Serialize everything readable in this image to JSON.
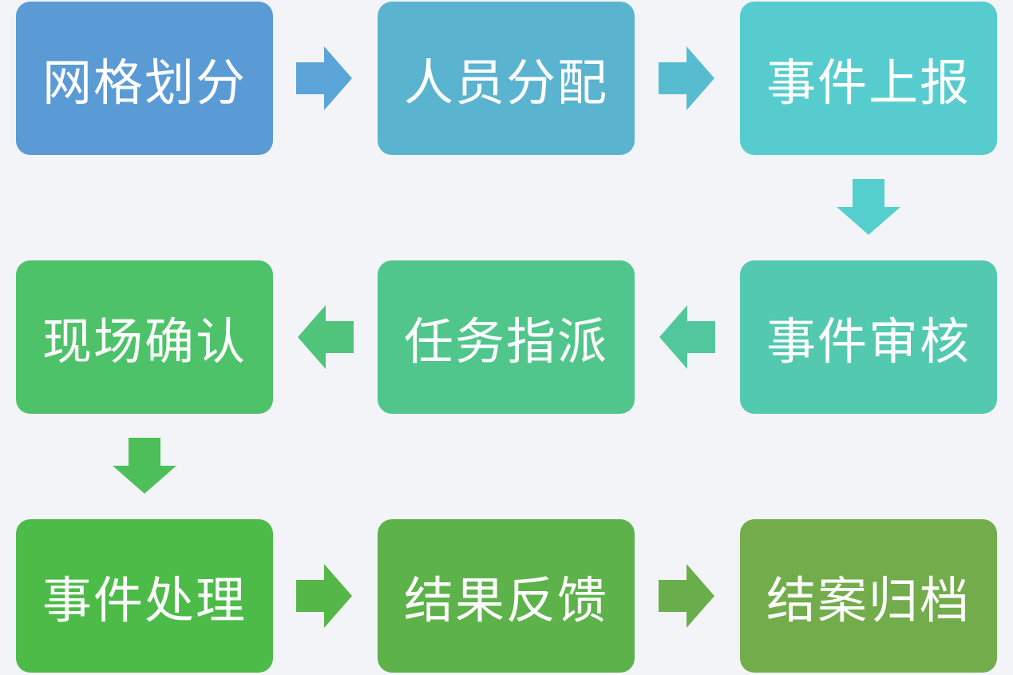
{
  "diagram": {
    "steps": [
      {
        "label": "网格划分",
        "color": "#5b9bd5"
      },
      {
        "label": "人员分配",
        "color": "#5ab4d0"
      },
      {
        "label": "事件上报",
        "color": "#57ccce"
      },
      {
        "label": "事件审核",
        "color": "#53c9af"
      },
      {
        "label": "任务指派",
        "color": "#50c68c"
      },
      {
        "label": "现场确认",
        "color": "#4ec269"
      },
      {
        "label": "事件处理",
        "color": "#4cbb48"
      },
      {
        "label": "结果反馈",
        "color": "#5db24a"
      },
      {
        "label": "结案归档",
        "color": "#72ac4b"
      }
    ],
    "arrows": [
      {
        "from": 0,
        "to": 1,
        "direction": "right",
        "color": "#5aa4d8"
      },
      {
        "from": 1,
        "to": 2,
        "direction": "right",
        "color": "#58bcd0"
      },
      {
        "from": 2,
        "to": 3,
        "direction": "down",
        "color": "#55cfcd"
      },
      {
        "from": 3,
        "to": 4,
        "direction": "left",
        "color": "#52c79e"
      },
      {
        "from": 4,
        "to": 5,
        "direction": "left",
        "color": "#4fc47a"
      },
      {
        "from": 5,
        "to": 6,
        "direction": "down",
        "color": "#4dbf58"
      },
      {
        "from": 6,
        "to": 7,
        "direction": "right",
        "color": "#54b748"
      },
      {
        "from": 7,
        "to": 8,
        "direction": "right",
        "color": "#69ae4b"
      }
    ]
  }
}
